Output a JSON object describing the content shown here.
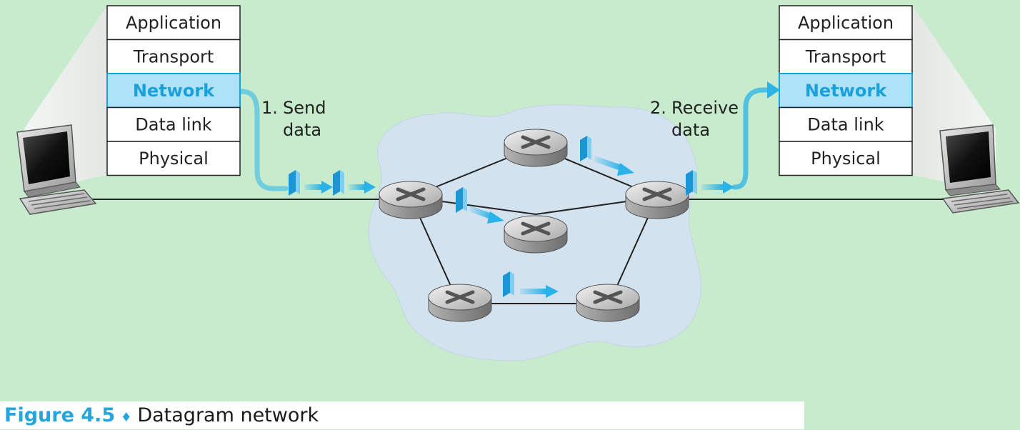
{
  "protocol_stack": {
    "layers": [
      "Application",
      "Transport",
      "Network",
      "Data link",
      "Physical"
    ],
    "highlighted_layer": "Network"
  },
  "steps": {
    "send_number": "1.",
    "send_word": "Send",
    "send_data": "data",
    "receive_number": "2.",
    "receive_word": "Receive",
    "receive_data": "data"
  },
  "caption": {
    "label": "Figure 4.5",
    "bullet": "♦",
    "text": "Datagram network"
  },
  "colors": {
    "background": "#c8ebce",
    "highlight_fill": "#aee2f7",
    "highlight_text": "#1aa1dc",
    "arrow": "#29b3e8",
    "network_cloud": "#d3e2ef",
    "packet": "#1c95d4"
  }
}
